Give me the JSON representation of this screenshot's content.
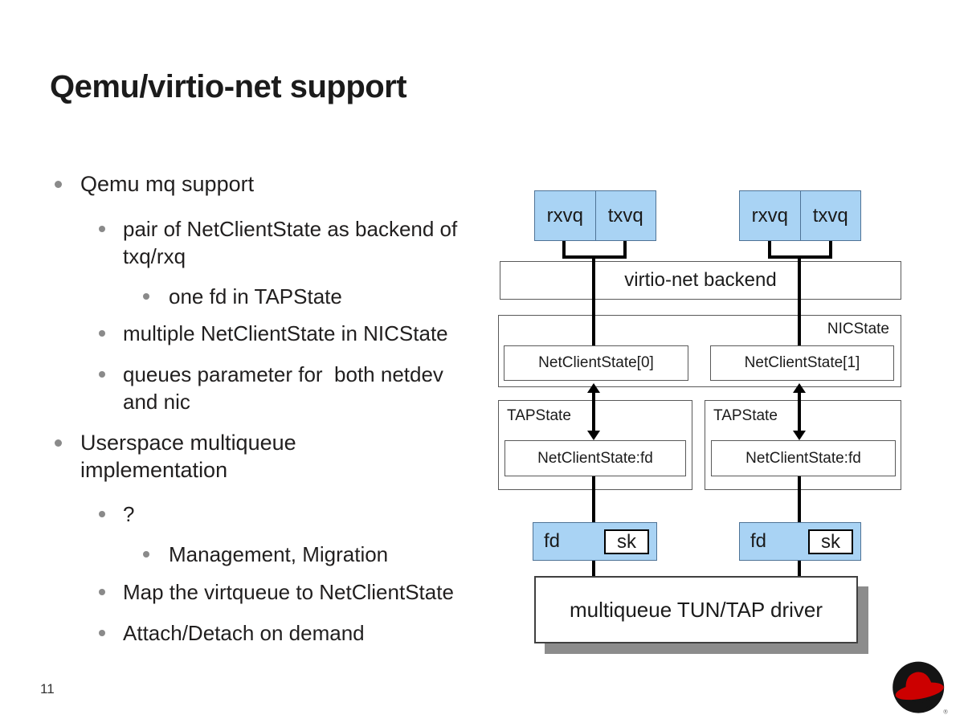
{
  "slide": {
    "title": "Qemu/virtio-net support",
    "page_number": "11"
  },
  "bullets": [
    {
      "level": 1,
      "text": "Qemu mq support"
    },
    {
      "level": 2,
      "text": "pair of NetClientState as backend of txq/rxq"
    },
    {
      "level": 3,
      "text": "one fd in TAPState"
    },
    {
      "level": 2,
      "text": "multiple NetClientState in NICState"
    },
    {
      "level": 2,
      "text": "queues parameter for  both netdev and nic"
    },
    {
      "level": 1,
      "text": "Userspace multiqueue implementation"
    },
    {
      "level": 2,
      "text": "?"
    },
    {
      "level": 3,
      "text": "Management, Migration"
    },
    {
      "level": 2,
      "text": "Map the virtqueue to NetClientState"
    },
    {
      "level": 2,
      "text": "Attach/Detach on demand"
    }
  ],
  "diagram": {
    "vq_pairs": [
      {
        "rx": "rxvq",
        "tx": "txvq"
      },
      {
        "rx": "rxvq",
        "tx": "txvq"
      }
    ],
    "backend_label": "virtio-net backend",
    "nic": {
      "label": "NICState",
      "cells": [
        "NetClientState[0]",
        "NetClientState[1]"
      ]
    },
    "tapstates": [
      {
        "label": "TAPState",
        "inner": "NetClientState:fd"
      },
      {
        "label": "TAPState",
        "inner": "NetClientState:fd"
      }
    ],
    "fd_boxes": [
      {
        "fd": "fd",
        "sk": "sk"
      },
      {
        "fd": "fd",
        "sk": "sk"
      }
    ],
    "driver_label": "multiqueue TUN/TAP driver"
  },
  "logo": {
    "name": "Red Hat Shadowman logo",
    "registered_mark": "®"
  },
  "colors": {
    "box_fill_blue": "#a9d3f4",
    "box_border_blue": "#4f7396",
    "box_border_gray": "#595959",
    "shadow_gray": "#8c8c8c",
    "line_black": "#000000",
    "bullet_gray": "#8a8a8a",
    "logo_red": "#cc0000",
    "logo_black": "#141414"
  }
}
